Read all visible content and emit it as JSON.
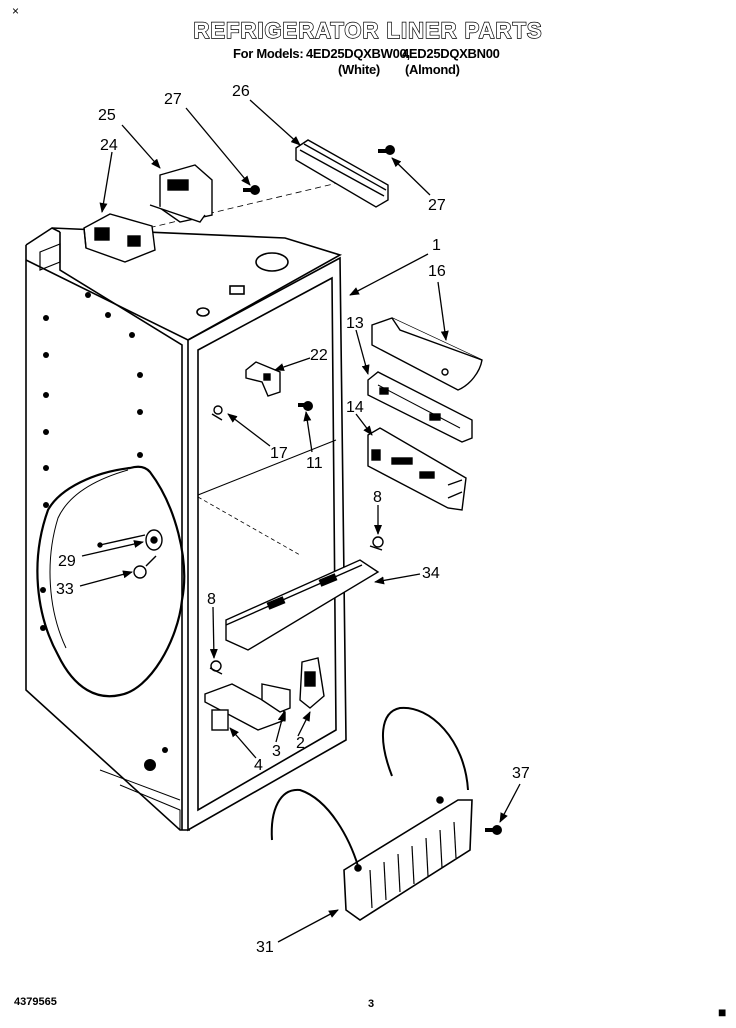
{
  "header": {
    "title": "REFRIGERATOR LINER PARTS",
    "models_label": "For Models:",
    "model_white": "4ED25DQXBW00,",
    "model_almond": "4ED25DQXBN00",
    "variant_white": "(White)",
    "variant_almond": "(Almond)"
  },
  "footer": {
    "doc_number": "4379565",
    "page_number": "3"
  },
  "marks": {
    "top_left": "×",
    "bottom_right": "■"
  },
  "callouts": {
    "c25": "25",
    "c27a": "27",
    "c26": "26",
    "c24": "24",
    "c27b": "27",
    "c1": "1",
    "c16": "16",
    "c13": "13",
    "c22": "22",
    "c14": "14",
    "c17": "17",
    "c11": "11",
    "c8a": "8",
    "c29": "29",
    "c34": "34",
    "c33": "33",
    "c8b": "8",
    "c4": "4",
    "c3": "3",
    "c2": "2",
    "c37": "37",
    "c31": "31"
  }
}
